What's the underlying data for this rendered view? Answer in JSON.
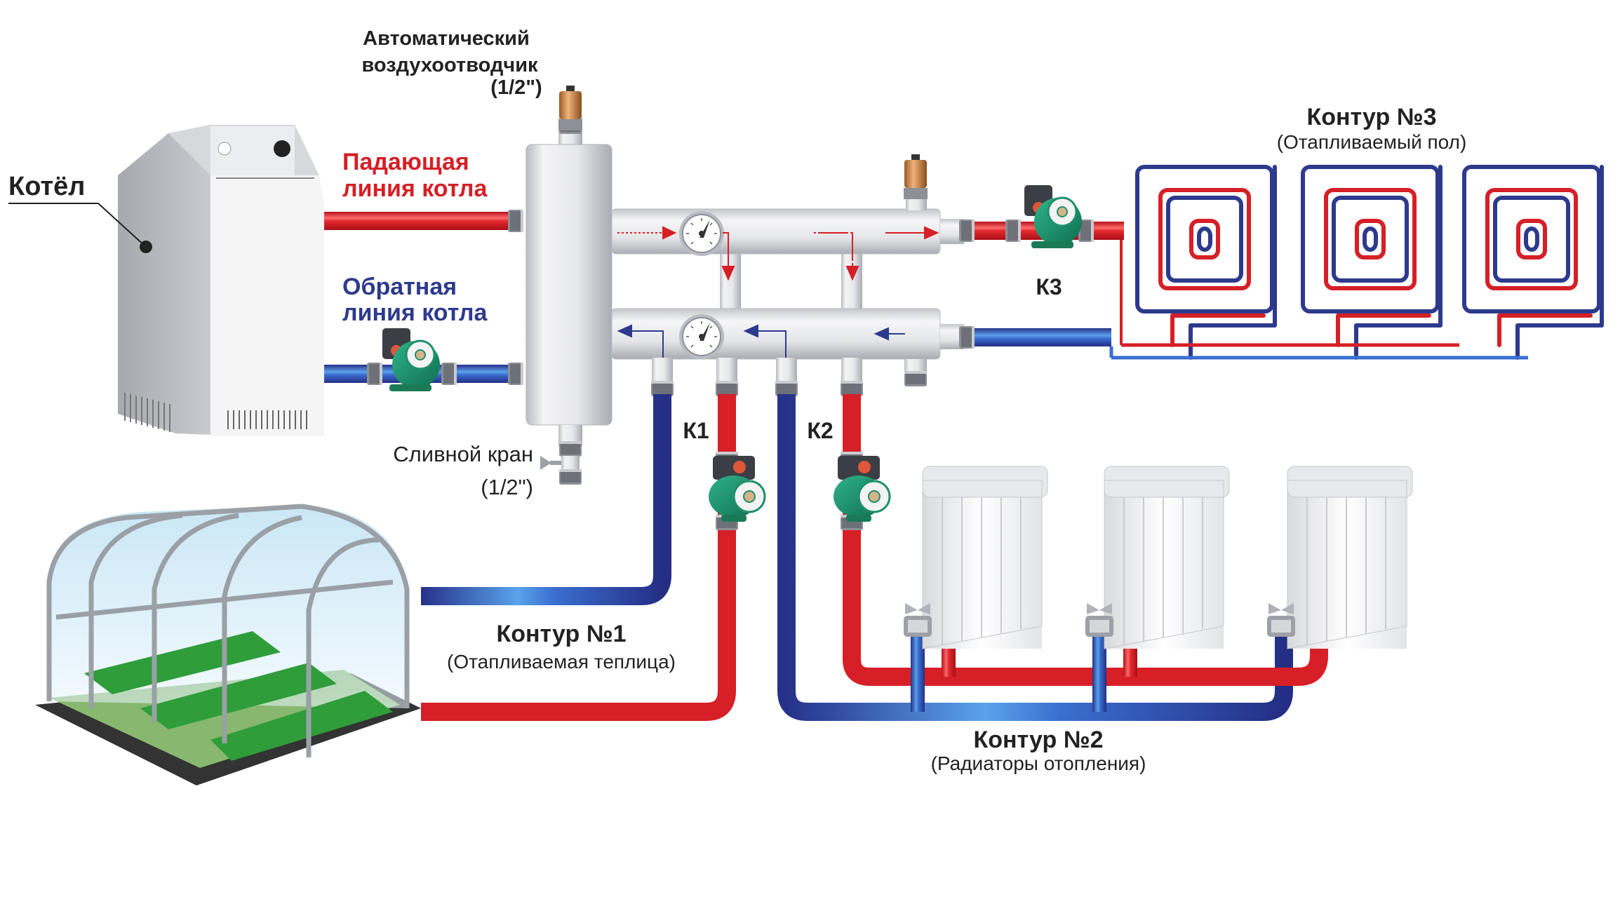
{
  "title": "Схема подключения гидрострелки с коллектором",
  "colors": {
    "supply": "#d61f26",
    "return": "#2d3a8c",
    "return_light": "#3a6fd0",
    "pump": "#1f8f6a",
    "metal": "#e8e8ea",
    "copper": "#c88a4a",
    "text": "#222222"
  },
  "labels": {
    "air_vent_line1": "Автоматический",
    "air_vent_line2": "воздухоотводчик",
    "air_vent_size": "(1/2\")",
    "boiler": "Котёл",
    "supply_line1": "Падающая",
    "supply_line2": "линия котла",
    "return_line1": "Обратная",
    "return_line2": "линия котла",
    "drain_valve": "Сливной кран",
    "drain_valve_size": "(1/2\")",
    "pump_k1": "К1",
    "pump_k2": "К2",
    "pump_k3": "К3"
  },
  "circuits": [
    {
      "id": "circuit-1",
      "title": "Контур №1",
      "subtitle": "(Отапливаемая теплица)"
    },
    {
      "id": "circuit-2",
      "title": "Контур №2",
      "subtitle": "(Радиаторы отопления)"
    },
    {
      "id": "circuit-3",
      "title": "Контур №3",
      "subtitle": "(Отапливаемый пол)"
    }
  ],
  "components": {
    "icons": [
      "boiler-icon",
      "hydraulic-separator-icon",
      "manifold-icon",
      "pressure-gauge-icon",
      "air-vent-icon",
      "drain-valve-icon",
      "circulation-pump-icon",
      "greenhouse-icon",
      "radiator-icon",
      "underfloor-heating-loop-icon",
      "flow-arrow-icon"
    ],
    "radiator_count": 3,
    "floor_loop_count": 3,
    "pump_count": 4,
    "gauge_count": 2
  }
}
